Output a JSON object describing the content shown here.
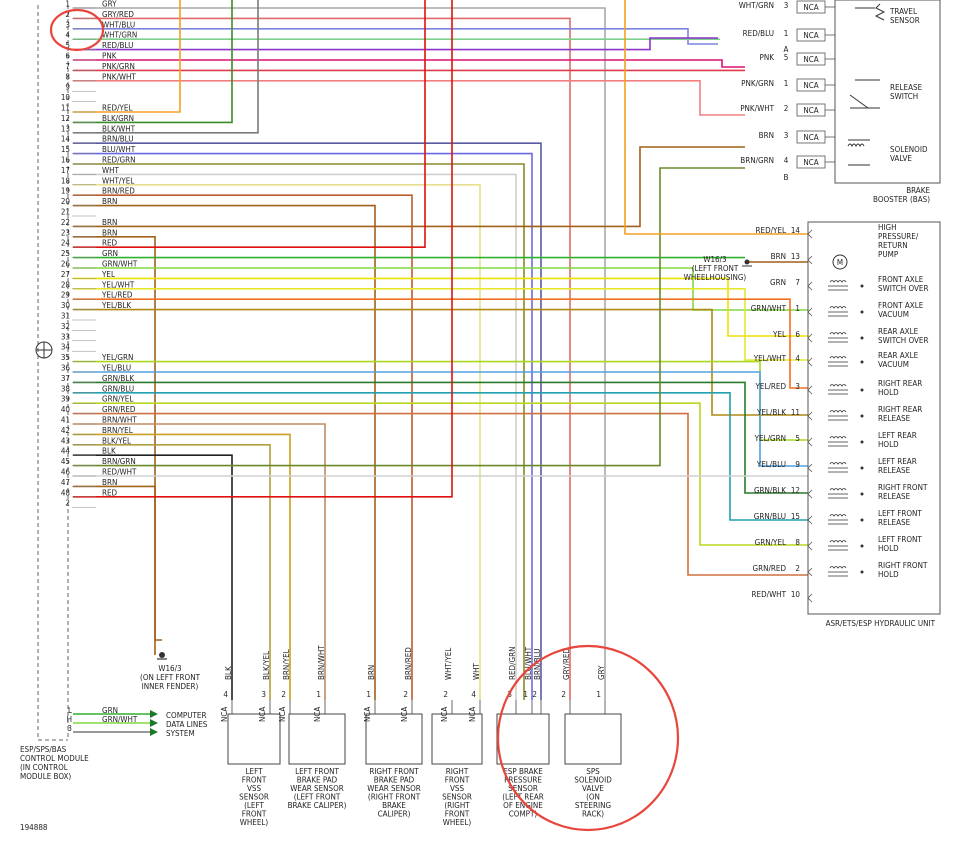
{
  "diagram_id": "194888",
  "module": {
    "label_lines": [
      "ESP/SPS/BAS",
      "CONTROL MODULE",
      "(IN CONTROL",
      "MODULE BOX)"
    ],
    "pins": [
      {
        "n": "1",
        "w": "GRY"
      },
      {
        "n": "2",
        "w": "GRY/RED"
      },
      {
        "n": "3",
        "w": "WHT/BLU"
      },
      {
        "n": "4",
        "w": "WHT/GRN"
      },
      {
        "n": "5",
        "w": "RED/BLU"
      },
      {
        "n": "6",
        "w": "PNK"
      },
      {
        "n": "7",
        "w": "PNK/GRN"
      },
      {
        "n": "8",
        "w": "PNK/WHT"
      },
      {
        "n": "9",
        "w": ""
      },
      {
        "n": "10",
        "w": ""
      },
      {
        "n": "11",
        "w": "RED/YEL"
      },
      {
        "n": "12",
        "w": "BLK/GRN"
      },
      {
        "n": "13",
        "w": "BLK/WHT"
      },
      {
        "n": "14",
        "w": "BRN/BLU"
      },
      {
        "n": "15",
        "w": "BLU/WHT"
      },
      {
        "n": "16",
        "w": "RED/GRN"
      },
      {
        "n": "17",
        "w": "WHT"
      },
      {
        "n": "18",
        "w": "WHT/YEL"
      },
      {
        "n": "19",
        "w": "BRN/RED"
      },
      {
        "n": "20",
        "w": "BRN"
      },
      {
        "n": "21",
        "w": ""
      },
      {
        "n": "22",
        "w": "BRN"
      },
      {
        "n": "23",
        "w": "BRN"
      },
      {
        "n": "24",
        "w": "RED"
      },
      {
        "n": "25",
        "w": "GRN"
      },
      {
        "n": "26",
        "w": "GRN/WHT"
      },
      {
        "n": "27",
        "w": "YEL"
      },
      {
        "n": "28",
        "w": "YEL/WHT"
      },
      {
        "n": "29",
        "w": "YEL/RED"
      },
      {
        "n": "30",
        "w": "YEL/BLK"
      },
      {
        "n": "31",
        "w": ""
      },
      {
        "n": "32",
        "w": ""
      },
      {
        "n": "33",
        "w": ""
      },
      {
        "n": "34",
        "w": ""
      },
      {
        "n": "35",
        "w": "YEL/GRN"
      },
      {
        "n": "36",
        "w": "YEL/BLU"
      },
      {
        "n": "37",
        "w": "GRN/BLK"
      },
      {
        "n": "38",
        "w": "GRN/BLU"
      },
      {
        "n": "39",
        "w": "GRN/YEL"
      },
      {
        "n": "40",
        "w": "GRN/RED"
      },
      {
        "n": "41",
        "w": "BRN/WHT"
      },
      {
        "n": "42",
        "w": "BRN/YEL"
      },
      {
        "n": "43",
        "w": "BLK/YEL"
      },
      {
        "n": "44",
        "w": "BLK"
      },
      {
        "n": "45",
        "w": "BRN/GRN"
      },
      {
        "n": "46",
        "w": "RED/WHT"
      },
      {
        "n": "47",
        "w": "BRN"
      },
      {
        "n": "48",
        "w": "RED"
      },
      {
        "n": "2",
        "w": ""
      }
    ],
    "lower_pins": [
      {
        "n": "L",
        "w": "GRN"
      },
      {
        "n": "H",
        "w": "GRN/WHT"
      },
      {
        "n": "3",
        "w": ""
      }
    ]
  },
  "computer_data_lines": [
    "COMPUTER",
    "DATA LINES",
    "SYSTEM"
  ],
  "ground_left": [
    "W16/3",
    "(ON LEFT FRONT",
    "INNER FENDER)"
  ],
  "ground_right": [
    "W16/3",
    "(LEFT FRONT",
    "WHEELHOUSING)"
  ],
  "brake_booster": {
    "title_lines": [
      "BRAKE",
      "BOOSTER (BAS)"
    ],
    "rows": [
      {
        "wire": "WHT/GRN",
        "pin": "3",
        "conn": "NCA"
      },
      {
        "wire": "RED/BLU",
        "pin": "1",
        "conn": "NCA"
      },
      {
        "wire": "PNK",
        "pin": "5",
        "conn": "NCA"
      },
      {
        "wire": "PNK/GRN",
        "pin": "1",
        "conn": "NCA"
      },
      {
        "wire": "PNK/WHT",
        "pin": "2",
        "conn": "NCA"
      },
      {
        "wire": "BRN",
        "pin": "3",
        "conn": "NCA"
      },
      {
        "wire": "BRN/GRN",
        "pin": "4",
        "conn": "NCA"
      }
    ],
    "letters": [
      "A",
      "B"
    ],
    "components": [
      {
        "label_lines": [
          "TRAVEL",
          "SENSOR"
        ]
      },
      {
        "label_lines": [
          "RELEASE",
          "SWITCH"
        ]
      },
      {
        "label_lines": [
          "SOLENOID",
          "VALVE"
        ]
      }
    ]
  },
  "hydraulic_unit": {
    "title": "ASR/ETS/ESP HYDRAULIC UNIT",
    "rows": [
      {
        "wire": "RED/YEL",
        "pin": "14",
        "label": [
          "HIGH",
          "PRESSURE/",
          "RETURN",
          "PUMP"
        ]
      },
      {
        "wire": "BRN",
        "pin": "13",
        "label": []
      },
      {
        "wire": "GRN",
        "pin": "7",
        "label": [
          "FRONT AXLE",
          "SWITCH OVER"
        ]
      },
      {
        "wire": "GRN/WHT",
        "pin": "1",
        "label": [
          "FRONT AXLE",
          "VACUUM"
        ]
      },
      {
        "wire": "YEL",
        "pin": "6",
        "label": [
          "REAR AXLE",
          "SWITCH OVER"
        ]
      },
      {
        "wire": "YEL/WHT",
        "pin": "4",
        "label": [
          "REAR AXLE",
          "VACUUM"
        ]
      },
      {
        "wire": "YEL/RED",
        "pin": "3",
        "label": [
          "RIGHT REAR",
          "HOLD"
        ]
      },
      {
        "wire": "YEL/BLK",
        "pin": "11",
        "label": [
          "RIGHT REAR",
          "RELEASE"
        ]
      },
      {
        "wire": "YEL/GRN",
        "pin": "5",
        "label": [
          "LEFT REAR",
          "HOLD"
        ]
      },
      {
        "wire": "YEL/BLU",
        "pin": "9",
        "label": [
          "LEFT REAR",
          "RELEASE"
        ]
      },
      {
        "wire": "GRN/BLK",
        "pin": "12",
        "label": [
          "RIGHT FRONT",
          "RELEASE"
        ]
      },
      {
        "wire": "GRN/BLU",
        "pin": "15",
        "label": [
          "LEFT FRONT",
          "RELEASE"
        ]
      },
      {
        "wire": "GRN/YEL",
        "pin": "8",
        "label": [
          "LEFT FRONT",
          "HOLD"
        ]
      },
      {
        "wire": "GRN/RED",
        "pin": "2",
        "label": [
          "RIGHT FRONT",
          "HOLD"
        ]
      },
      {
        "wire": "RED/WHT",
        "pin": "10",
        "label": []
      }
    ]
  },
  "bottom_components": [
    {
      "label": [
        "LEFT",
        "FRONT",
        "VSS",
        "SENSOR",
        "(LEFT",
        "FRONT",
        "WHEEL)"
      ],
      "wires": [
        {
          "w": "BLK",
          "p": "4",
          "c": "NCA"
        },
        {
          "w": "BLK/YEL",
          "p": "3",
          "c": "NCA"
        }
      ]
    },
    {
      "label": [
        "LEFT FRONT",
        "BRAKE PAD",
        "WEAR SENSOR",
        "(LEFT FRONT",
        "BRAKE CALIPER)"
      ],
      "wires": [
        {
          "w": "BRN/YEL",
          "p": "2",
          "c": "NCA"
        },
        {
          "w": "BRN/WHT",
          "p": "1",
          "c": "NCA"
        }
      ]
    },
    {
      "label": [
        "RIGHT FRONT",
        "BRAKE PAD",
        "WEAR SENSOR",
        "(RIGHT FRONT",
        "BRAKE",
        "CALIPER)"
      ],
      "wires": [
        {
          "w": "BRN",
          "p": "1",
          "c": "NCA"
        },
        {
          "w": "BRN/RED",
          "p": "2",
          "c": "NCA"
        }
      ]
    },
    {
      "label": [
        "RIGHT",
        "FRONT",
        "VSS",
        "SENSOR",
        "(RIGHT",
        "FRONT",
        "WHEEL)"
      ],
      "wires": [
        {
          "w": "WHT/YEL",
          "p": "2",
          "c": "NCA"
        },
        {
          "w": "WHT",
          "p": "4",
          "c": "NCA"
        }
      ]
    },
    {
      "label": [
        "ESP BRAKE",
        "PRESSURE",
        "SENSOR",
        "(LEFT REAR",
        "OF ENGINE",
        "COMPT)"
      ],
      "wires": [
        {
          "w": "RED/GRN",
          "p": "3",
          "c": ""
        },
        {
          "w": "BLU/WHT",
          "p": "1",
          "c": ""
        },
        {
          "w": "BRN/BLU",
          "p": "2",
          "c": ""
        }
      ]
    },
    {
      "label": [
        "SPS",
        "SOLENOID",
        "VALVE",
        "(ON",
        "STEERING",
        "RACK)"
      ],
      "wires": [
        {
          "w": "GRY/RED",
          "p": "2",
          "c": ""
        },
        {
          "w": "GRY",
          "p": "1",
          "c": ""
        }
      ]
    }
  ],
  "colors": {
    "GRY": "#a8a8a8",
    "GRY_RED": "#e06a6a",
    "WHT_BLU": "#7a84e0",
    "WHT_GRN": "#7dd08a",
    "RED_BLU": "#8a34c8",
    "PNK": "#e01070",
    "PNK_GRN": "#e03a4a",
    "PNK_WHT": "#f08080",
    "RED_YEL": "#f4a020",
    "BLK_GRN": "#3a8a2a",
    "BLK_WHT": "#7a7a7a",
    "BRN": "#a0601a",
    "BLU_WHT": "#6a6ae0",
    "RED_GRN": "#8a8a2a",
    "WHT": "#cfcfcf",
    "WHT_YEL": "#e8e090",
    "BRN_RED": "#c05a2a",
    "RED": "#e01010",
    "GRN": "#30b030",
    "GRN_WHT": "#80d840",
    "YEL": "#f0e000",
    "YEL_WHT": "#e6e830",
    "YEL_RED": "#f07020",
    "YEL_BLK": "#b08a10",
    "YEL_GRN": "#a8d820",
    "YEL_BLU": "#50a0e0",
    "GRN_BLK": "#2a7a2a",
    "GRN_BLU": "#20a0b0",
    "GRN_YEL": "#b8d820",
    "GRN_RED": "#d07040",
    "BRN_WHT": "#c08a60",
    "BRN_YEL": "#c8a020",
    "BLK_YEL": "#b0a040",
    "BLK": "#222222",
    "BRN_GRN": "#6a8a2a",
    "RED_WHT": "#d0d0d0",
    "BRN_BLU": "#5a5aa0",
    "highlight": "#e8453c",
    "frame": "#444444"
  }
}
